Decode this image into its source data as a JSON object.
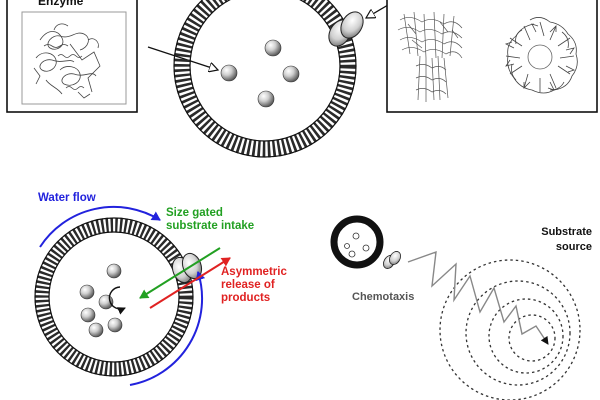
{
  "labels": {
    "enzyme": "Enzyme",
    "water_flow": "Water flow",
    "size_gated_line1": "Size gated",
    "size_gated_line2": "substrate intake",
    "asym_line1": "Asymmetric",
    "asym_line2": "release of",
    "asym_line3": "products",
    "chemotaxis": "Chemotaxis",
    "substrate_line1": "Substrate",
    "substrate_line2": "source"
  },
  "colors": {
    "water_flow": "#2222dd",
    "size_gated": "#22a022",
    "asymmetric_release": "#e02222",
    "outline": "#111111",
    "membrane": "#333333",
    "particle": "#bbbbbb"
  },
  "icons": [
    "enzyme-structure-icon",
    "fiber-assembly-icon",
    "ring-assembly-icon",
    "membrane-channel-icon"
  ]
}
